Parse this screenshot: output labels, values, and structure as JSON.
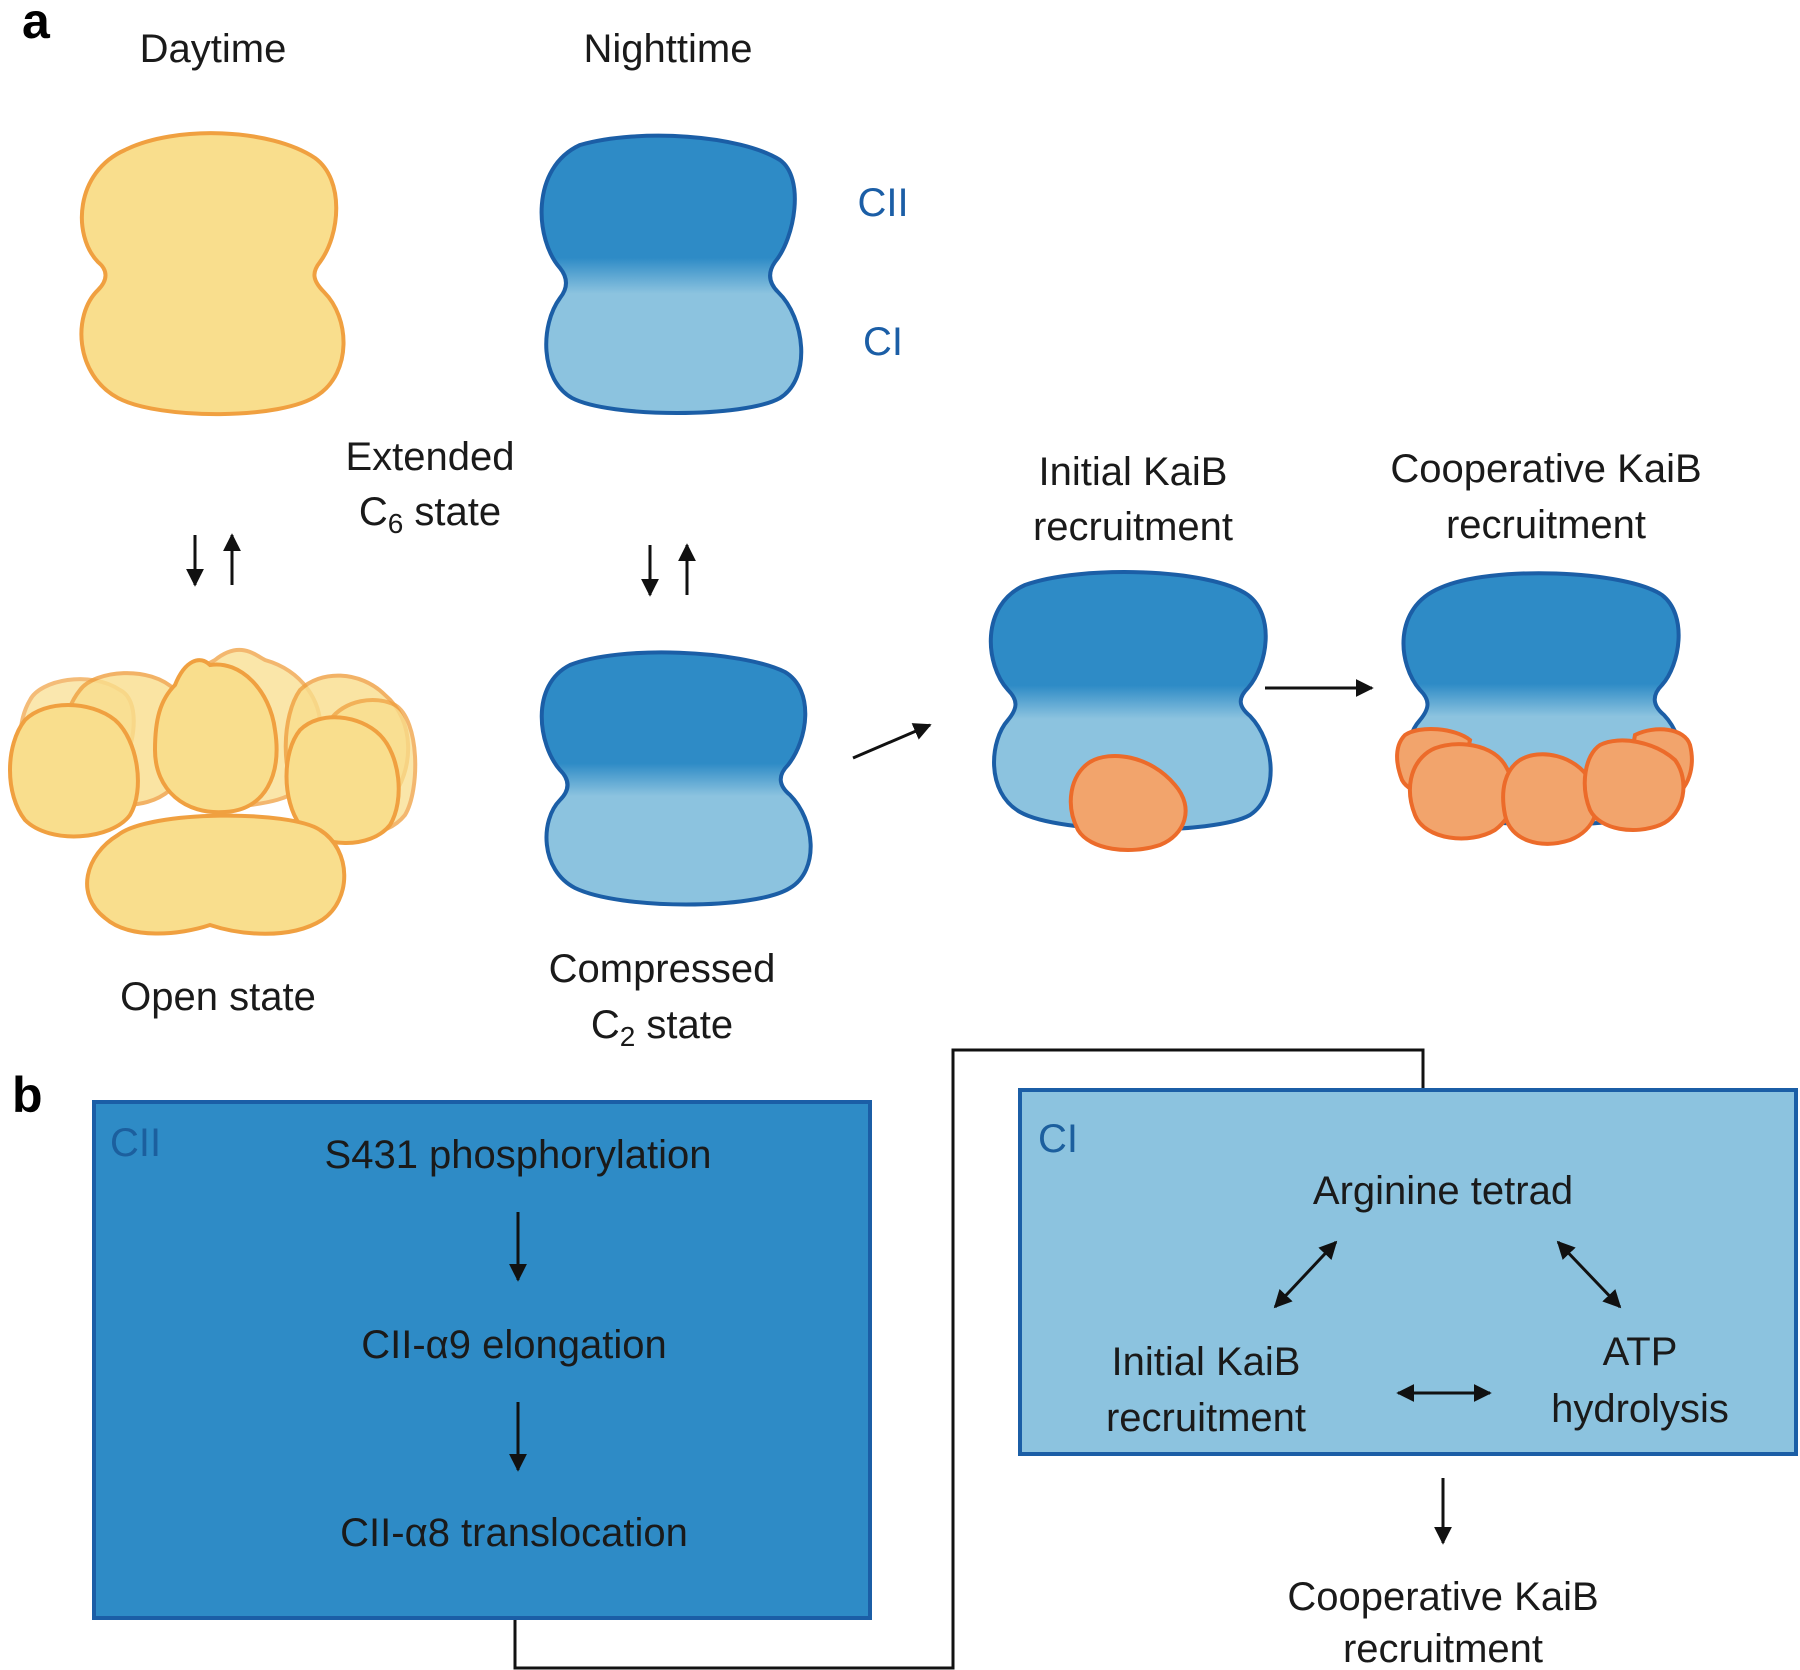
{
  "panel_a": {
    "letter": "a",
    "daytime": "Daytime",
    "nighttime": "Nighttime",
    "cii": "CII",
    "ci": "CI",
    "extended_line1": "Extended",
    "extended_c": "C",
    "extended_sub": "6",
    "extended_rest": " state",
    "open_state": "Open state",
    "compressed_line1": "Compressed",
    "compressed_c": "C",
    "compressed_sub": "2",
    "compressed_rest": " state",
    "initial_line1": "Initial KaiB",
    "initial_line2": "recruitment",
    "coop_line1": "Cooperative KaiB",
    "coop_line2": "recruitment"
  },
  "panel_b": {
    "letter": "b",
    "cii_box": {
      "label": "CII",
      "step1": "S431 phosphorylation",
      "step2": "CII-α9 elongation",
      "step3": "CII-α8 translocation"
    },
    "ci_box": {
      "label": "CI",
      "arginine": "Arginine tetrad",
      "initial_line1": "Initial KaiB",
      "initial_line2": "recruitment",
      "atp_line1": "ATP",
      "atp_line2": "hydrolysis"
    },
    "coop_line1": "Cooperative KaiB",
    "coop_line2": "recruitment"
  },
  "colors": {
    "daytime_fill": "#f9de8d",
    "daytime_stroke": "#f0a040",
    "cii_dark": "#2e8bc6",
    "ci_light": "#8cc3df",
    "outline_blue": "#1b5ea6",
    "kaib_fill": "#f2a46c",
    "kaib_stroke": "#ec6b2a"
  }
}
